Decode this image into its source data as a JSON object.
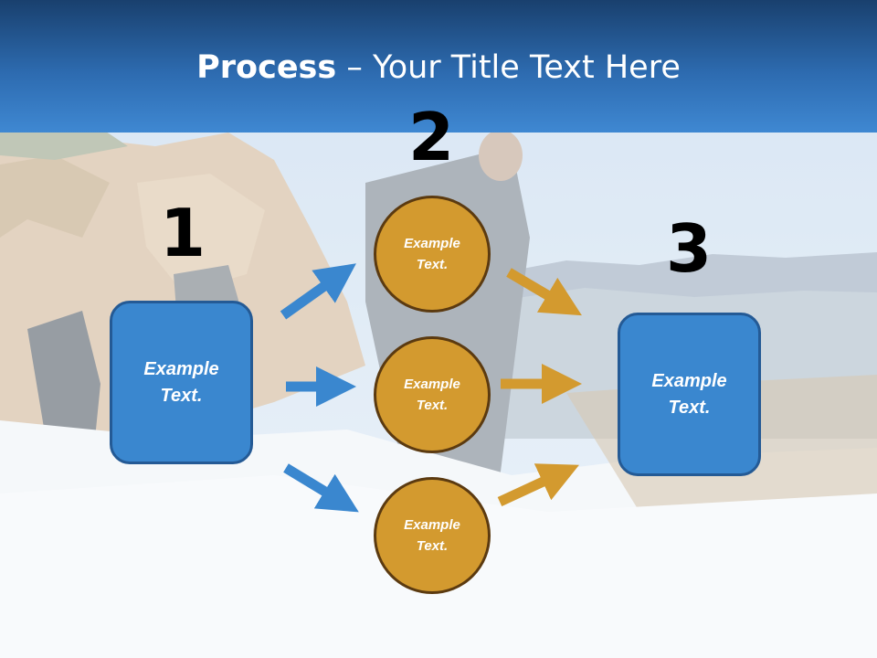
{
  "title": {
    "bold": "Process",
    "rest": " – Your Title Text Here"
  },
  "steps": [
    {
      "number": "1",
      "text_line1": "Example",
      "text_line2": "Text."
    },
    {
      "number": "2"
    },
    {
      "number": "3",
      "text_line1": "Example",
      "text_line2": "Text."
    }
  ],
  "circles": [
    {
      "line1": "Example",
      "line2": "Text."
    },
    {
      "line1": "Example",
      "line2": "Text."
    },
    {
      "line1": "Example",
      "line2": "Text."
    }
  ],
  "colors": {
    "box": "#3a87cf",
    "circle": "#d39a2f",
    "arrow_left": "#3a87cf",
    "arrow_right": "#d39a2f",
    "header": "#2d6bb0"
  }
}
